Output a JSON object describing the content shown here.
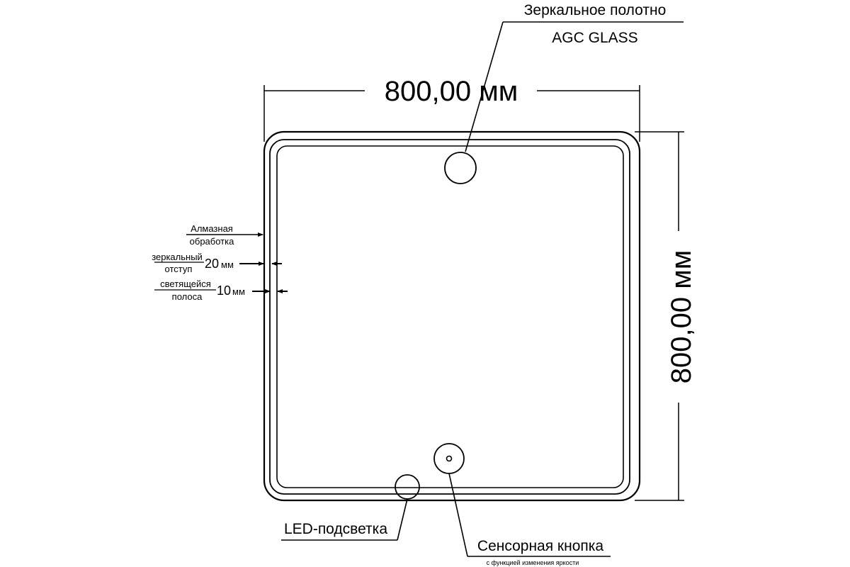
{
  "dimensions": {
    "width": "800,00 мм",
    "height": "800,00 мм"
  },
  "callouts": {
    "mirror": {
      "title": "Зеркальное  полотно",
      "subtitle": "AGC GLASS"
    },
    "led": {
      "title": "LED-подсветка"
    },
    "sensor": {
      "title": "Сенсорная кнопка",
      "subtitle": "с функцией изменения яркости"
    }
  },
  "edge_notes": {
    "diamond": {
      "line1": "Алмазная",
      "line2": "обработка"
    },
    "mirror_offset": {
      "line1": "зеркальный",
      "line2": "отступ",
      "value": "20",
      "unit": "мм"
    },
    "glow_strip": {
      "line1": "светящейся",
      "line2": "полоса",
      "value": "10",
      "unit": "мм"
    }
  },
  "colors": {
    "line": "#000000",
    "background": "#ffffff"
  }
}
